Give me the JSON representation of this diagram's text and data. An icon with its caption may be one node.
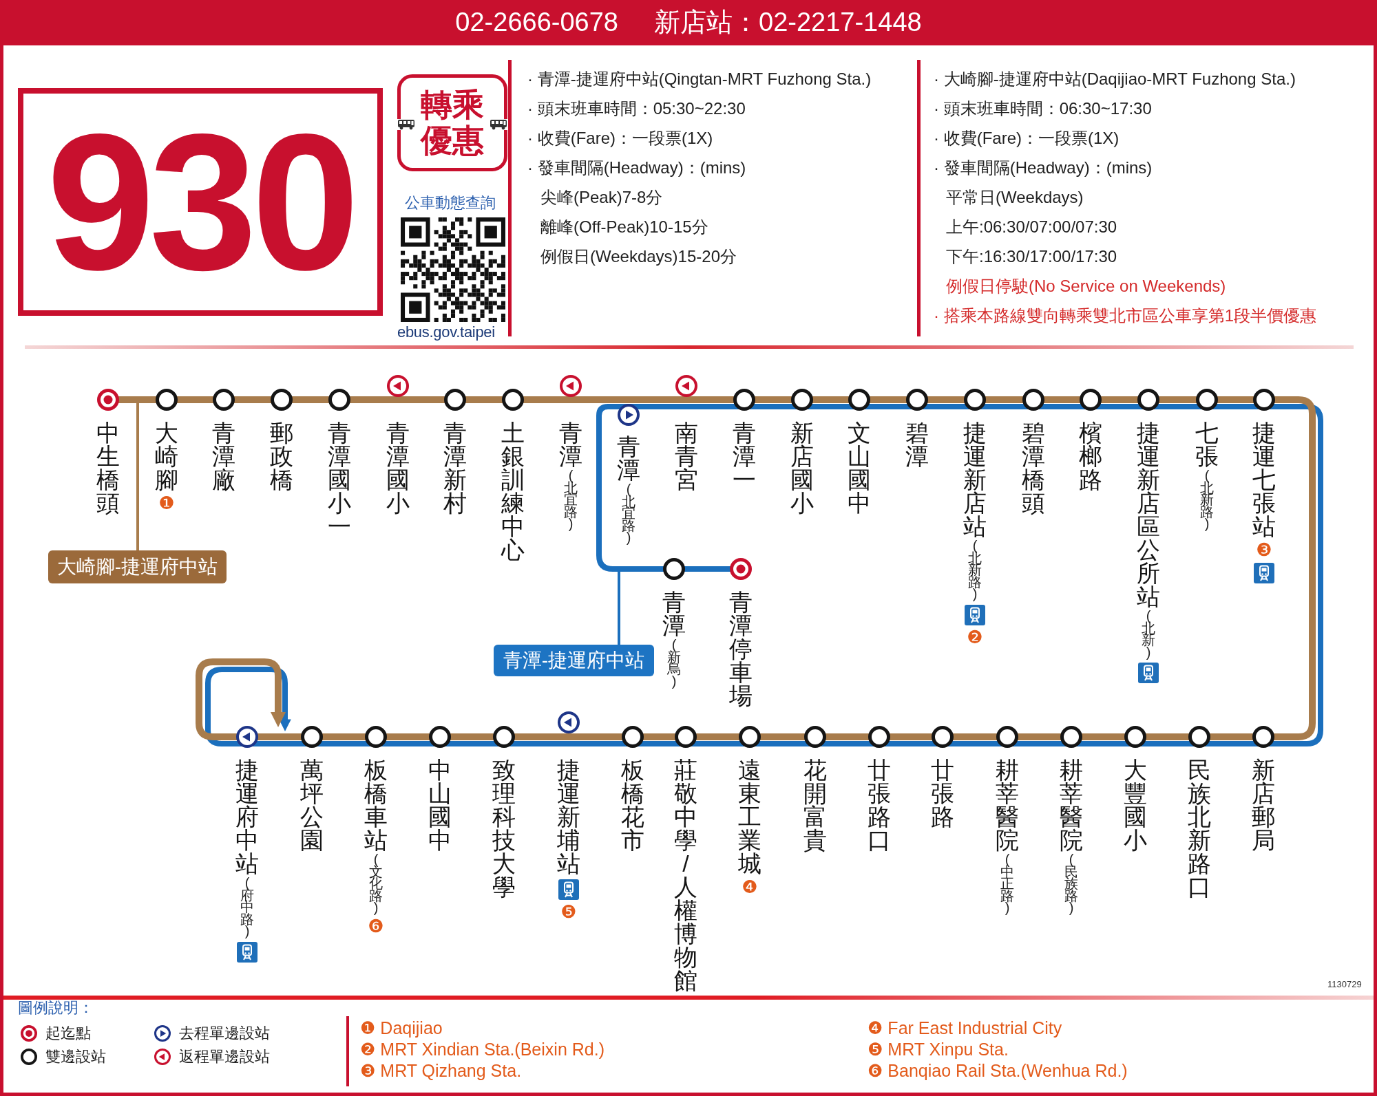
{
  "diagram": {
    "nodes": [
      {
        "text": [
          "930"
        ]
      },
      {
        "text": [
          "轉乘優惠"
        ]
      },
      {
        "text": [
          "中生橋頭"
        ]
      },
      {
        "text": [
          "大崎腳",
          "❶"
        ]
      },
      {
        "text": [
          "青潭廠"
        ]
      },
      {
        "text": [
          "郵政橋"
        ]
      },
      {
        "text": [
          "青潭國小一"
        ]
      },
      {
        "text": [
          "青潭國小"
        ]
      },
      {
        "text": [
          "青潭新村"
        ]
      },
      {
        "text": [
          "土銀訓練中心"
        ]
      },
      {
        "text": [
          "青潭",
          "(北宜路)"
        ]
      },
      {
        "text": [
          "青潭",
          "(北宜路)"
        ]
      },
      {
        "text": [
          "南青宮"
        ]
      },
      {
        "text": [
          "青潭一"
        ]
      },
      {
        "text": [
          "新店國小"
        ]
      },
      {
        "text": [
          "文山國中"
        ]
      },
      {
        "text": [
          "碧潭"
        ]
      },
      {
        "text": [
          "捷運新店站",
          "(北新路)",
          "❷"
        ]
      },
      {
        "text": [
          "碧潭橋頭"
        ]
      },
      {
        "text": [
          "檳榔路"
        ]
      },
      {
        "text": [
          "捷運新店區公所站",
          "(北新)"
        ]
      },
      {
        "text": [
          "七張",
          "(北新路)"
        ]
      },
      {
        "text": [
          "捷運七張站",
          "❸"
        ]
      },
      {
        "text": [
          "大崎腳-捷運府中站"
        ]
      },
      {
        "text": [
          "青潭",
          "(新烏)"
        ]
      },
      {
        "text": [
          "青潭停車場"
        ]
      },
      {
        "text": [
          "青潭-捷運府中站"
        ]
      },
      {
        "text": [
          "捷運府中站",
          "(府中路)"
        ]
      },
      {
        "text": [
          "萬坪公園"
        ]
      },
      {
        "text": [
          "板橋車站",
          "(文化路)",
          "❻"
        ]
      },
      {
        "text": [
          "中山國中"
        ]
      },
      {
        "text": [
          "致理科技大學"
        ]
      },
      {
        "text": [
          "捷運新埔站",
          "❺"
        ]
      },
      {
        "text": [
          "板橋花市"
        ]
      },
      {
        "text": [
          "莊敬中學/人權博物館"
        ]
      },
      {
        "text": [
          "遠東工業城",
          "❹"
        ]
      },
      {
        "text": [
          "花開富貴"
        ]
      },
      {
        "text": [
          "廿張路口"
        ]
      },
      {
        "text": [
          "廿張路"
        ]
      },
      {
        "text": [
          "耕莘醫院",
          "(中正路)"
        ]
      },
      {
        "text": [
          "耕莘醫院",
          "(民族路)"
        ]
      },
      {
        "text": [
          "大豐國小"
        ]
      },
      {
        "text": [
          "民族北新路口"
        ]
      },
      {
        "text": [
          "新店郵局"
        ]
      }
    ],
    "edges": [
      {
        "from": 2,
        "to": 3,
        "arrow": "none"
      },
      {
        "from": 3,
        "to": 4,
        "arrow": "none"
      },
      {
        "from": 4,
        "to": 5,
        "arrow": "none"
      },
      {
        "from": 5,
        "to": 6,
        "arrow": "none"
      },
      {
        "from": 6,
        "to": 7,
        "arrow": "none"
      },
      {
        "from": 7,
        "to": 8,
        "arrow": "none"
      },
      {
        "from": 8,
        "to": 9,
        "arrow": "none"
      },
      {
        "from": 9,
        "to": 10,
        "arrow": "none"
      },
      {
        "from": 10,
        "to": 12,
        "arrow": "none"
      },
      {
        "from": 12,
        "to": 13,
        "arrow": "none"
      },
      {
        "from": 13,
        "to": 14,
        "arrow": "none"
      },
      {
        "from": 14,
        "to": 15,
        "arrow": "none"
      },
      {
        "from": 15,
        "to": 16,
        "arrow": "none"
      },
      {
        "from": 16,
        "to": 17,
        "arrow": "none"
      },
      {
        "from": 17,
        "to": 18,
        "arrow": "none"
      },
      {
        "from": 18,
        "to": 19,
        "arrow": "none"
      },
      {
        "from": 19,
        "to": 20,
        "arrow": "none"
      },
      {
        "from": 20,
        "to": 21,
        "arrow": "none"
      },
      {
        "from": 21,
        "to": 22,
        "arrow": "none"
      },
      {
        "from": 22,
        "to": 43,
        "arrow": "none"
      },
      {
        "from": 43,
        "to": 42,
        "arrow": "none"
      },
      {
        "from": 42,
        "to": 41,
        "arrow": "none"
      },
      {
        "from": 41,
        "to": 40,
        "arrow": "none"
      },
      {
        "from": 40,
        "to": 39,
        "arrow": "none"
      },
      {
        "from": 39,
        "to": 38,
        "arrow": "none"
      },
      {
        "from": 38,
        "to": 37,
        "arrow": "none"
      },
      {
        "from": 37,
        "to": 36,
        "arrow": "none"
      },
      {
        "from": 36,
        "to": 35,
        "arrow": "none"
      },
      {
        "from": 35,
        "to": 34,
        "arrow": "none"
      },
      {
        "from": 34,
        "to": 33,
        "arrow": "none"
      },
      {
        "from": 33,
        "to": 32,
        "arrow": "none"
      },
      {
        "from": 32,
        "to": 31,
        "arrow": "none"
      },
      {
        "from": 31,
        "to": 30,
        "arrow": "none"
      },
      {
        "from": 30,
        "to": 29,
        "arrow": "none"
      },
      {
        "from": 29,
        "to": 28,
        "arrow": "none"
      },
      {
        "from": 28,
        "to": 27,
        "arrow": "none"
      },
      {
        "from": 27,
        "to": 27,
        "arrow": "to"
      },
      {
        "from": 23,
        "to": null,
        "arrow": "none"
      },
      {
        "from": 25,
        "to": 24,
        "arrow": "none",
        "color": "#1b6fbd"
      },
      {
        "from": 24,
        "to": 11,
        "arrow": "none",
        "color": "#1b6fbd"
      },
      {
        "from": 11,
        "to": 12,
        "arrow": "none",
        "color": "#1b6fbd"
      },
      {
        "from": 12,
        "to": 13,
        "arrow": "none",
        "color": "#1b6fbd"
      },
      {
        "from": 13,
        "to": 14,
        "arrow": "none",
        "color": "#1b6fbd"
      },
      {
        "from": 14,
        "to": 15,
        "arrow": "none",
        "color": "#1b6fbd"
      },
      {
        "from": 15,
        "to": 16,
        "arrow": "none",
        "color": "#1b6fbd"
      },
      {
        "from": 16,
        "to": 17,
        "arrow": "none",
        "color": "#1b6fbd"
      },
      {
        "from": 17,
        "to": 18,
        "arrow": "none",
        "color": "#1b6fbd"
      },
      {
        "from": 18,
        "to": 19,
        "arrow": "none",
        "color": "#1b6fbd"
      },
      {
        "from": 19,
        "to": 20,
        "arrow": "none",
        "color": "#1b6fbd"
      },
      {
        "from": 20,
        "to": 21,
        "arrow": "none",
        "color": "#1b6fbd"
      },
      {
        "from": 21,
        "to": 22,
        "arrow": "none",
        "color": "#1b6fbd"
      },
      {
        "from": 22,
        "to": 43,
        "arrow": "none",
        "color": "#1b6fbd"
      },
      {
        "from": 43,
        "to": 42,
        "arrow": "none",
        "color": "#1b6fbd"
      },
      {
        "from": 42,
        "to": 41,
        "arrow": "none",
        "color": "#1b6fbd"
      },
      {
        "from": 41,
        "to": 40,
        "arrow": "none",
        "color": "#1b6fbd"
      },
      {
        "from": 40,
        "to": 39,
        "arrow": "none",
        "color": "#1b6fbd"
      },
      {
        "from": 39,
        "to": 38,
        "arrow": "none",
        "color": "#1b6fbd"
      },
      {
        "from": 38,
        "to": 37,
        "arrow": "none",
        "color": "#1b6fbd"
      },
      {
        "from": 37,
        "to": 36,
        "arrow": "none",
        "color": "#1b6fbd"
      },
      {
        "from": 36,
        "to": 35,
        "arrow": "none",
        "color": "#1b6fbd"
      },
      {
        "from": 35,
        "to": 34,
        "arrow": "none",
        "color": "#1b6fbd"
      },
      {
        "from": 34,
        "to": 33,
        "arrow": "none",
        "color": "#1b6fbd"
      },
      {
        "from": 33,
        "to": 32,
        "arrow": "none",
        "color": "#1b6fbd"
      },
      {
        "from": 32,
        "to": 31,
        "arrow": "none",
        "color": "#1b6fbd"
      },
      {
        "from": 31,
        "to": 30,
        "arrow": "none",
        "color": "#1b6fbd"
      },
      {
        "from": 30,
        "to": 29,
        "arrow": "none",
        "color": "#1b6fbd"
      },
      {
        "from": 29,
        "to": 28,
        "arrow": "none",
        "color": "#1b6fbd"
      },
      {
        "from": 28,
        "to": 27,
        "arrow": "none",
        "color": "#1b6fbd"
      },
      {
        "from": 27,
        "to": 27,
        "arrow": "to",
        "color": "#1b6fbd"
      },
      {
        "from": 26,
        "to": null,
        "arrow": "none",
        "color": "#1b6fbd"
      }
    ],
    "labels": [
      "02-2666-0678",
      "新店站：02-2217-1448",
      "公車動態查詢",
      "ebus.gov.taipei",
      "· 青潭-捷運府中站(Qingtan-MRT Fuzhong Sta.)",
      "· 頭末班車時間：05:30~22:30",
      "· 收費(Fare)：一段票(1X)",
      "· 發車間隔(Headway)：(mins)",
      "尖峰(Peak)7-8分",
      "離峰(Off-Peak)10-15分",
      "例假日(Weekdays)15-20分",
      "· 大崎腳-捷運府中站(Daqijiao-MRT Fuzhong Sta.)",
      "· 頭末班車時間：06:30~17:30",
      "· 收費(Fare)：一段票(1X)",
      "· 發車間隔(Headway)：(mins)",
      "平常日(Weekdays)",
      "上午:06:30/07:00/07:30",
      "下午:16:30/17:00/17:30",
      "例假日停駛(No Service on Weekends)",
      "· 搭乘本路線雙向轉乘雙北市區公車享第1段半價優惠",
      "1130729",
      "圖例說明：",
      "❶ Daqijiao",
      "❷ MRT Xindian Sta.(Beixin Rd.)",
      "❸ MRT Qizhang Sta.",
      "❹ Far East Industrial City",
      "❺ MRT Xinpu Sta.",
      "❻ Banqiao Rail Sta.(Wenhua Rd.)"
    ],
    "legend": [
      {
        "text": "起迄點"
      },
      {
        "text": "去程單邊設站"
      },
      {
        "text": "雙邊設站"
      },
      {
        "text": "返程單邊設站"
      }
    ]
  }
}
